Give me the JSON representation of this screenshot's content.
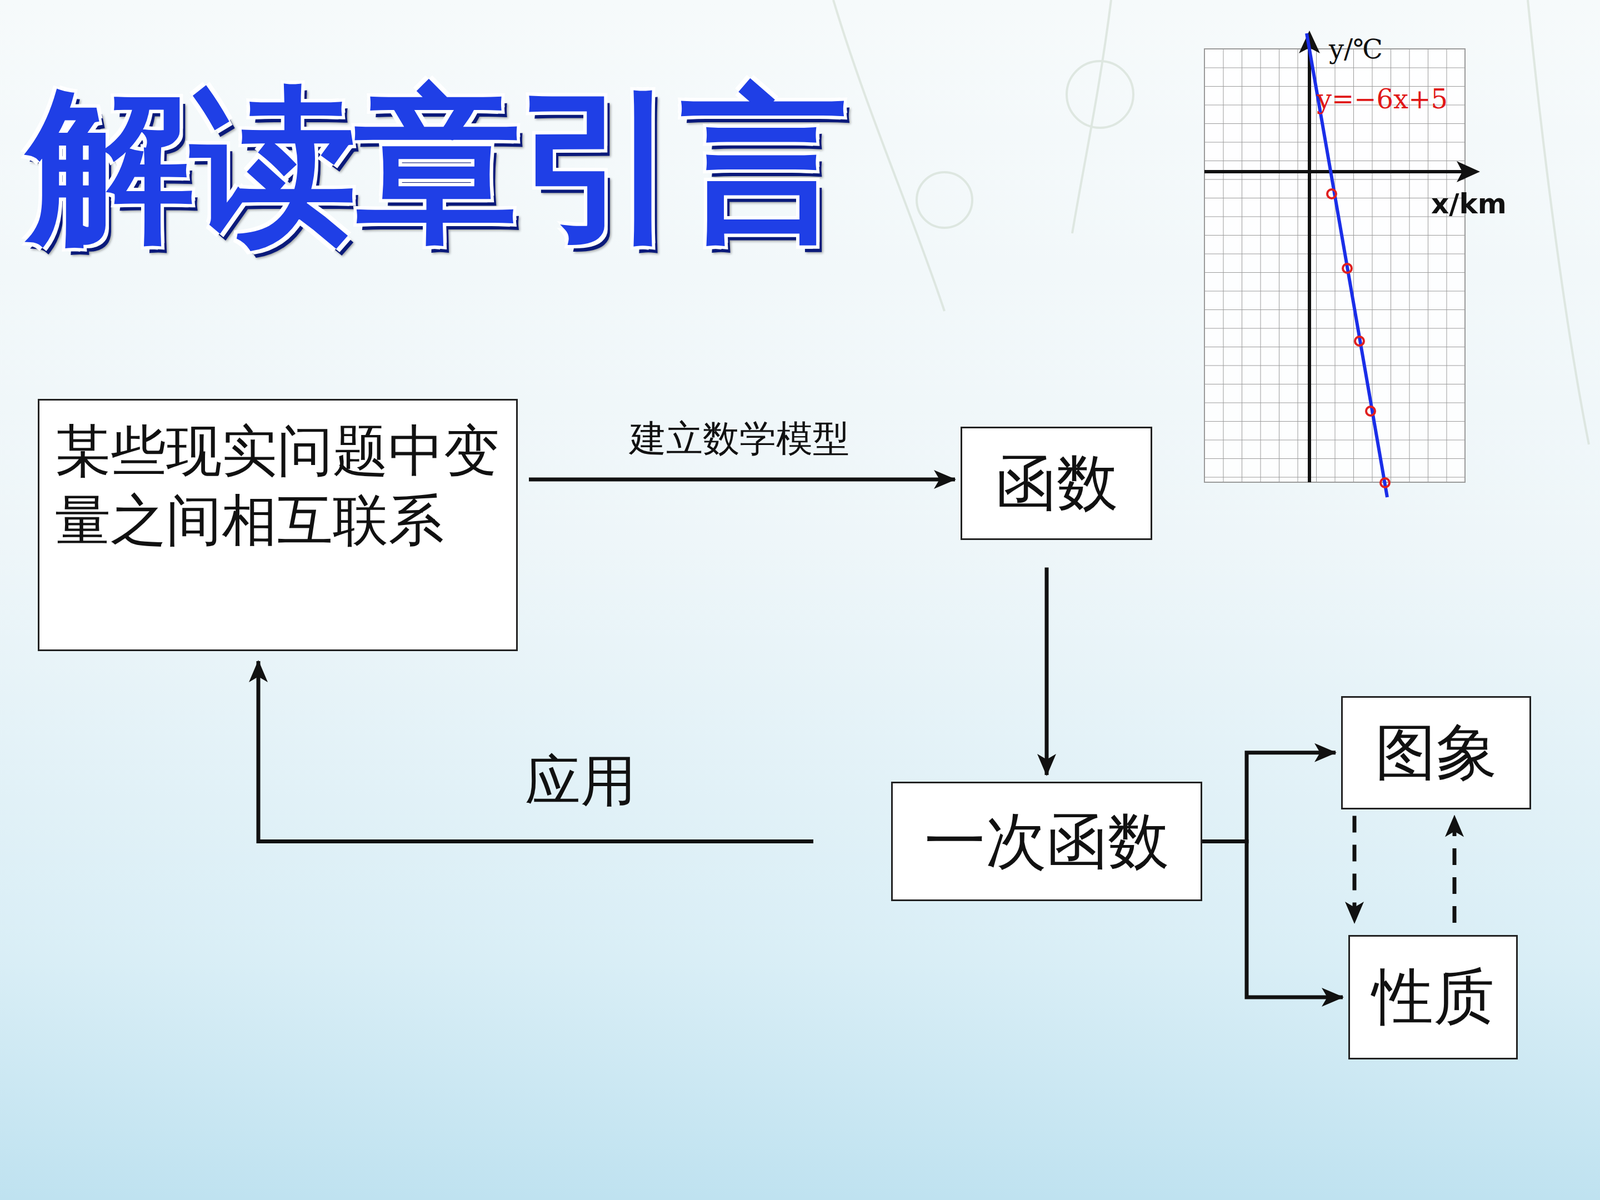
{
  "diagram": {
    "title": "解读章引言",
    "nodes": [
      {
        "text": [
          "某些现实问题中变量之间相互联系"
        ]
      },
      {
        "text": [
          "函数"
        ]
      },
      {
        "text": [
          "一次函数"
        ]
      },
      {
        "text": [
          "图象"
        ]
      },
      {
        "text": [
          "性质"
        ]
      }
    ],
    "edges": [
      {
        "from": 0,
        "to": 1,
        "label": "建立数学模型",
        "arrow": "to"
      },
      {
        "from": 1,
        "to": 2,
        "arrow": "to"
      },
      {
        "from": 2,
        "to": 3,
        "arrow": "to"
      },
      {
        "from": 2,
        "to": 4,
        "arrow": "to"
      },
      {
        "from": 2,
        "to": 0,
        "label": "应用",
        "arrow": "to"
      },
      {
        "from": 3,
        "to": 4,
        "arrow": "to"
      },
      {
        "from": 4,
        "to": 3,
        "arrow": "to"
      }
    ],
    "labels": [
      "y/℃",
      "y=−6x+5",
      "x/km"
    ]
  }
}
